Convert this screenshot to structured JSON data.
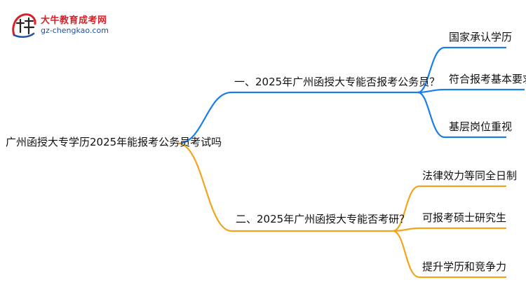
{
  "brand": {
    "name": "大牛教育成考网",
    "url": "gz-chengkao.com"
  },
  "colors": {
    "branch_1": "#1a7ee8",
    "branch_2": "#f0a51c",
    "text": "#111111"
  },
  "mindmap": {
    "root": "广州函授大专学历2025年能报考公务员考试吗",
    "branches": [
      {
        "label": "一、2025年广州函授大专能否报考公务员？",
        "children": [
          "国家承认学历",
          "符合报考基本要求",
          "基层岗位重视"
        ]
      },
      {
        "label": "二、2025年广州函授大专能否考研？",
        "children": [
          "法律效力等同全日制",
          "可报考硕士研究生",
          "提升学历和竞争力"
        ]
      }
    ]
  }
}
